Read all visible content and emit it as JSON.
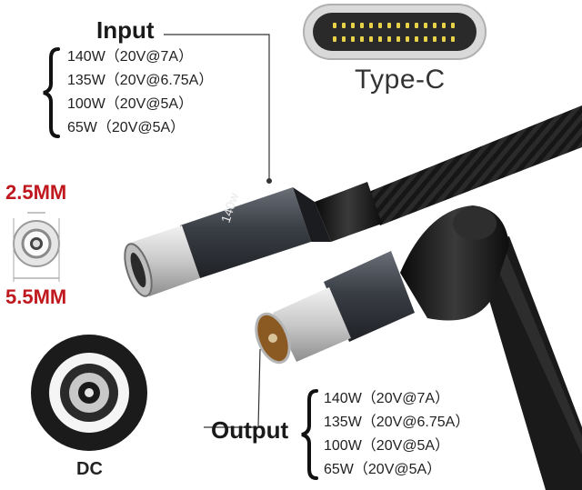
{
  "input": {
    "title": "Input",
    "specs": [
      "140W（20V@7A）",
      "135W（20V@6.75A）",
      "100W（20V@5A）",
      "65W（20V@5A）"
    ]
  },
  "output": {
    "title": "Output",
    "specs": [
      "140W（20V@7A）",
      "135W（20V@6.75A）",
      "100W（20V@5A）",
      "65W（20V@5A）"
    ]
  },
  "type_c_label": "Type-C",
  "connector_label": "DC",
  "dimensions": {
    "inner": "2.5MM",
    "outer": "5.5MM"
  },
  "plug_marking": "140w",
  "colors": {
    "dimension_red": "#c0181f",
    "cable_black": "#151515",
    "metal_grey": "#3c414a"
  }
}
